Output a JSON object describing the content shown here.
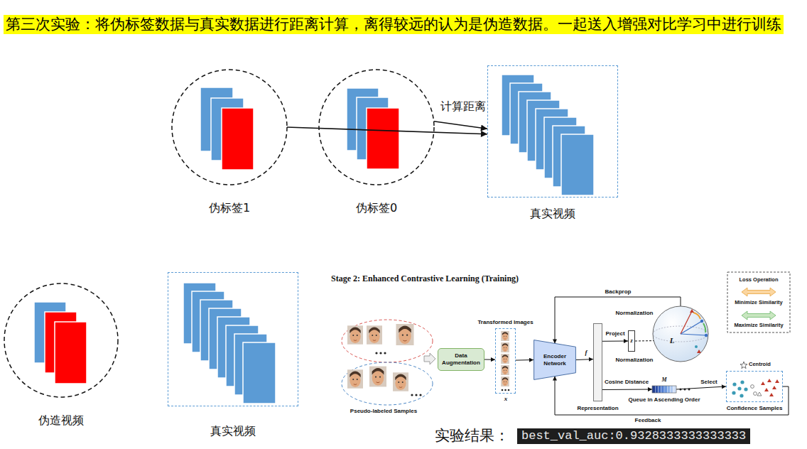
{
  "diagram": {
    "title": "第三次实验：将伪标签数据与真实数据进行距离计算，离得较远的认为是伪造数据。一起送入增强对比学习中进行训练",
    "nodes": [
      {
        "text": [
          "伪标签1"
        ]
      },
      {
        "text": [
          "伪标签0"
        ]
      },
      {
        "text": [
          "真实视频"
        ]
      },
      {
        "text": [
          "伪造视频"
        ]
      },
      {
        "text": [
          "真实视频"
        ]
      },
      {
        "text": [
          "Data Augmentation"
        ]
      },
      {
        "text": [
          "Transformed Images"
        ]
      },
      {
        "text": [
          "Encoder Network"
        ]
      },
      {
        "text": [
          "Representation"
        ]
      },
      {
        "text": [
          "z"
        ]
      },
      {
        "text": [
          "L"
        ]
      },
      {
        "text": [
          "Queue in Ascending Order"
        ]
      },
      {
        "text": [
          "Confidence Samples"
        ]
      }
    ],
    "edges": [
      {
        "from": 0,
        "to": 2,
        "arrow": "to"
      },
      {
        "from": 1,
        "to": 2,
        "label": "计算距离",
        "arrow": "to"
      },
      {
        "from": 5,
        "to": 6,
        "arrow": "to"
      },
      {
        "from": 6,
        "to": 7,
        "arrow": "to"
      },
      {
        "from": 7,
        "to": 8,
        "arrow": "to"
      },
      {
        "from": 8,
        "to": 9,
        "label": "Project",
        "arrow": "to"
      },
      {
        "from": 9,
        "to": 10,
        "arrow": "none"
      },
      {
        "from": 10,
        "to": 7,
        "label": "Backprop",
        "arrow": "to"
      },
      {
        "from": 8,
        "to": 11,
        "label": "Cosine Distance",
        "arrow": "to"
      },
      {
        "from": 11,
        "to": 12,
        "label": "Select",
        "arrow": "to"
      },
      {
        "from": 12,
        "to": 7,
        "label": "Feedback",
        "arrow": "to"
      }
    ],
    "labels": [
      "Stage 2: Enhanced Contrastive Learning (Training)",
      "Pseudo-labeled Samples",
      "x",
      "f",
      "Normalization",
      "Normalization",
      "M",
      "Loss Operation",
      "实验结果：",
      "best_val_auc:0.9328333333333333"
    ],
    "legend": [
      {
        "text": "Minimize Similarity"
      },
      {
        "text": "Maximize Similarity"
      },
      {
        "text": "Centroid"
      }
    ]
  }
}
